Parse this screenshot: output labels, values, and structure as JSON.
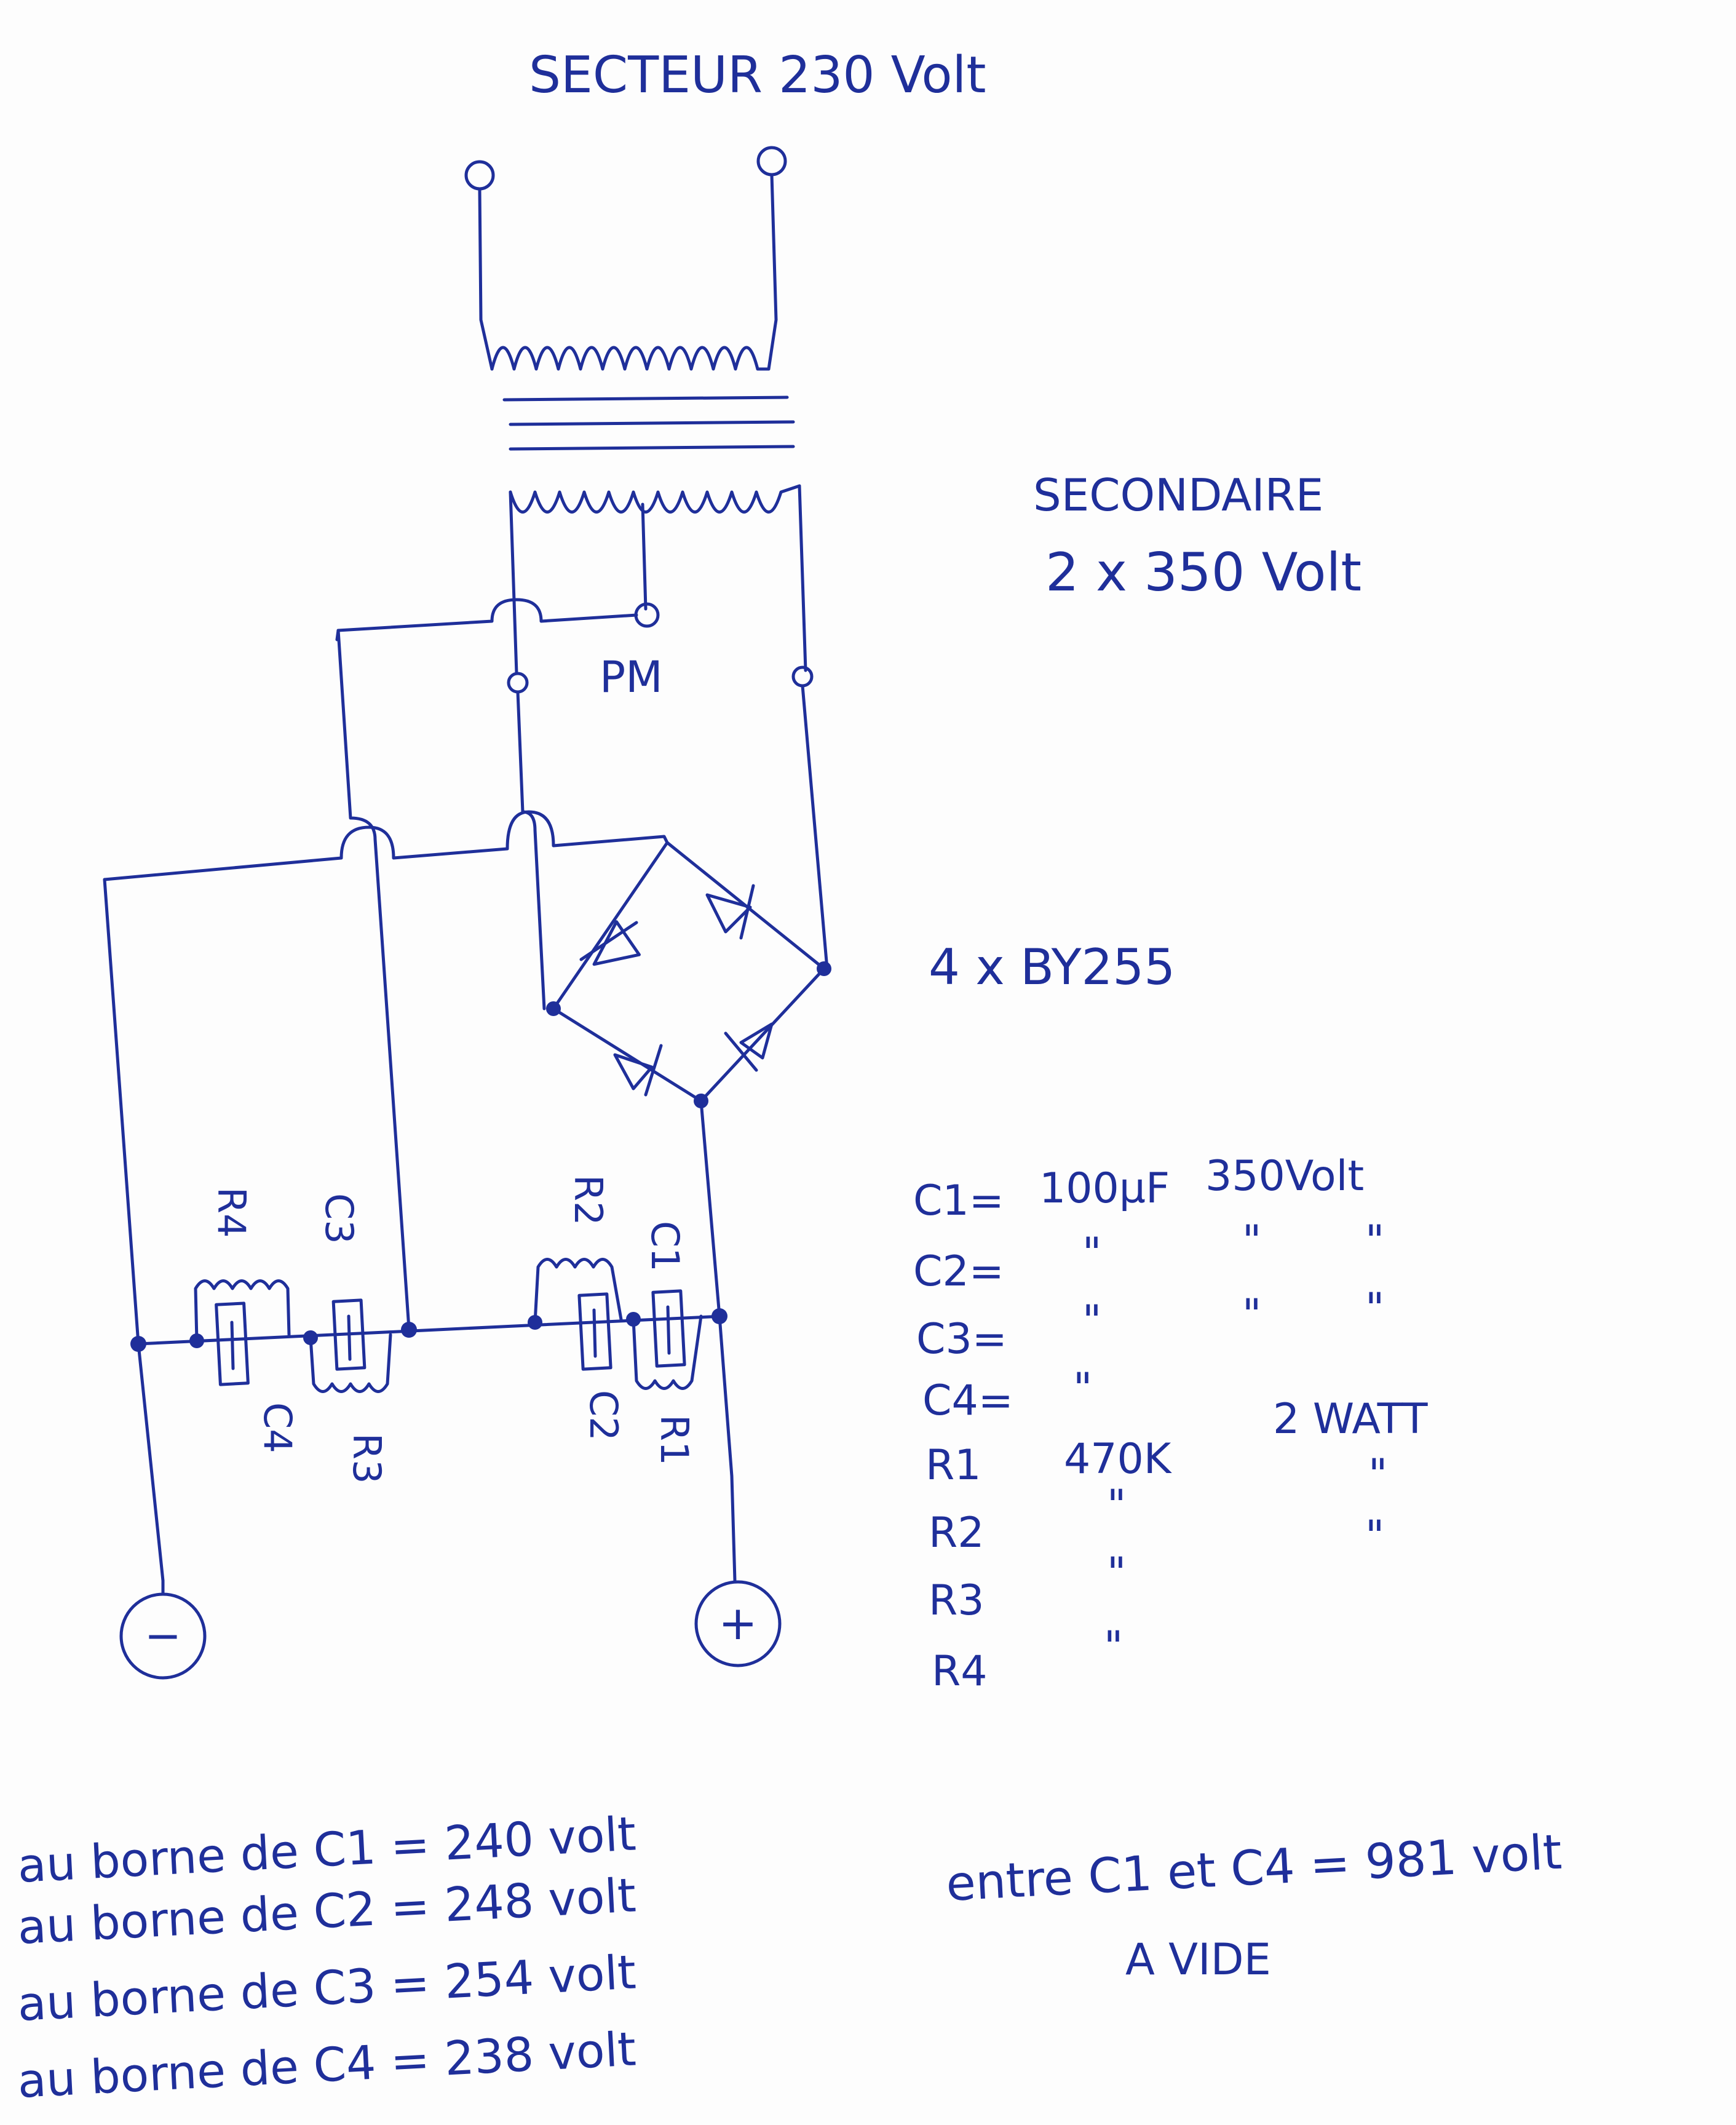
{
  "colors": {
    "ink": "#1f2f9a",
    "paper": "#fdfdfd"
  },
  "title": "SECTEUR 230 Volt",
  "secondary": {
    "line1": "SECONDAIRE",
    "line2": "2 x 350 Volt"
  },
  "center_tap_label": "PM",
  "bridge_label": "4 x BY255",
  "terminals": {
    "negative": "−",
    "positive": "+"
  },
  "component_labels": {
    "C1": "C1",
    "C2": "C2",
    "C3": "C3",
    "C4": "C4",
    "R1": "R1",
    "R2": "R2",
    "R3": "R3",
    "R4": "R4"
  },
  "parts_list": [
    {
      "ref": "C1=",
      "value": "100µF",
      "rating": "350Volt"
    },
    {
      "ref": "C2=",
      "value": "\"",
      "rating": "\"",
      "extra": "\""
    },
    {
      "ref": "C3=",
      "value": "\"",
      "rating": "\"",
      "extra": "\""
    },
    {
      "ref": "C4=",
      "value": "\""
    },
    {
      "ref": "R1",
      "value": "470K",
      "rating": "2 WATT"
    },
    {
      "ref": "R2",
      "value": "\"",
      "rating": "\""
    },
    {
      "ref": "R3",
      "value": "\"",
      "rating": "\""
    },
    {
      "ref": "R4",
      "value": "\""
    }
  ],
  "measurements": [
    {
      "text": "au borne de C1 = 240 volt"
    },
    {
      "text": "au borne de C2 = 248 volt"
    },
    {
      "text": "au borne de C3 = 254 volt"
    },
    {
      "text": "au borne de C4 = 238 volt"
    }
  ],
  "total": {
    "line1": "entre C1 et C4 = 981 volt",
    "line2": "A VIDE"
  }
}
